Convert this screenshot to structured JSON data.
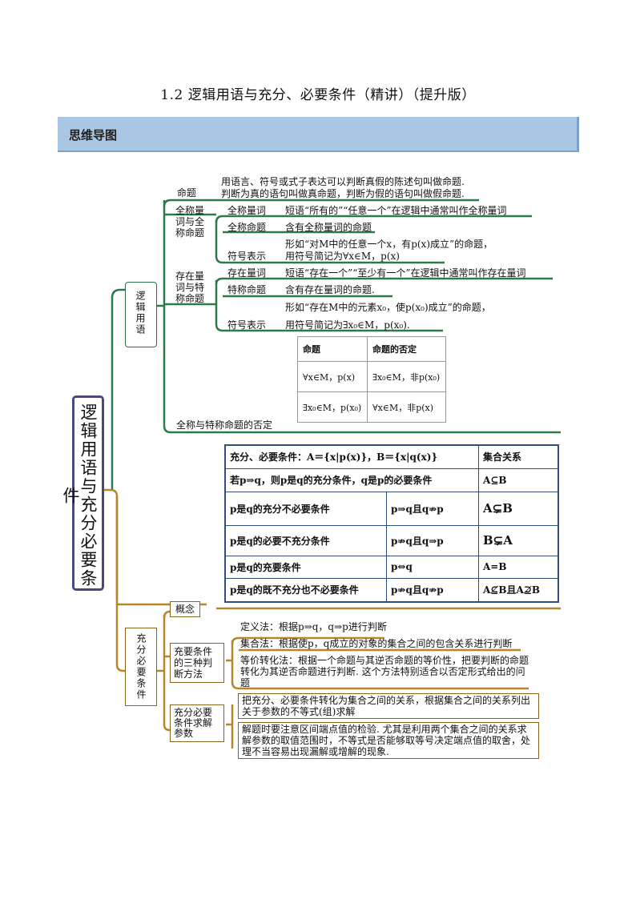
{
  "title": "1.2 逻辑用语与充分、必要条件（精讲）（提升版）",
  "banner": "思维导图",
  "colors": {
    "green_branch": "#2c7a4b",
    "gold_branch": "#b8862a",
    "banner_bg": "#a9c6e3",
    "table_border": "#2f4f7f",
    "root_border": "#4a4a7a"
  },
  "root": "逻辑用语与充分必要条件",
  "logic": {
    "label": "逻辑用语",
    "proposition": {
      "label": "命题",
      "lines": [
        "用语言、符号或式子表达可以判断真假的陈述句叫做命题.",
        "判断为真的语句叫做真命题，判断为假的语句叫做假命题."
      ]
    },
    "universal": {
      "label": "全称量词与全称命题",
      "items": [
        {
          "label": "全称量词",
          "text": "短语“所有的”“任意一个”在逻辑中通常叫作全称量词"
        },
        {
          "label": "全称命题",
          "text": "含有全称量词的命题"
        },
        {
          "label": "符号表示",
          "lines": [
            "形如“对M中的任意一个x，有p(x)成立”的命题，",
            "用符号简记为∀x∈M，p(x)"
          ]
        }
      ]
    },
    "existential": {
      "label": "存在量词与特称命题",
      "items": [
        {
          "label": "存在量词",
          "text": "短语“存在一个”“至少有一个”在逻辑中通常叫作存在量词"
        },
        {
          "label": "特称命题",
          "text": "含有存在量词的命题."
        },
        {
          "label": "符号表示",
          "lines": [
            "形如“存在M中的元素x₀，使p(x₀)成立”的命题，",
            "用符号简记为∃x₀∈M，p(x₀)."
          ]
        }
      ]
    },
    "negation": {
      "label": "全称与特称命题的否定",
      "table": {
        "headers": [
          "命题",
          "命题的否定"
        ],
        "rows": [
          [
            "∀x∈M，p(x)",
            "∃x₀∈M，非p(x₀)"
          ],
          [
            "∃x₀∈M，p(x₀)",
            "∀x∈M，非p(x)"
          ]
        ]
      }
    }
  },
  "conditions_table": {
    "header": [
      "充分、必要条件：A＝{x|p(x)}，B＝{x|q(x)}",
      "集合关系"
    ],
    "row_def": [
      "若p⇒q，则p是q的充分条件，q是p的必要条件",
      "A⊆B"
    ],
    "rows": [
      [
        "p是q的充分不必要条件",
        "p⇒q且q⇏p",
        "A⊊B"
      ],
      [
        "p是q的必要不充分条件",
        "p⇏q且q⇒p",
        "B⊊A"
      ],
      [
        "p是q的充要条件",
        "p⇔q",
        "A=B"
      ],
      [
        "p是q的既不充分也不必要条件",
        "p⇏q且q⇏p",
        "A⊈B且A⊉B"
      ]
    ]
  },
  "suff": {
    "label": "充分必要条件",
    "concept": "概念",
    "methods": {
      "label": "充要条件的三种判断方法",
      "items": [
        "定义法：根据p⇒q，q⇒p进行判断",
        "集合法：根据使p，q成立的对象的集合之间的包含关系进行判断",
        "等价转化法：根据一个命题与其逆否命题的等价性，把要判断的命题转化为其逆否命题进行判断. 这个方法特别适合以否定形式给出的问题"
      ]
    },
    "params": {
      "label": "充分必要条件求解参数",
      "items": [
        "把充分、必要条件转化为集合之间的关系，根据集合之间的关系列出关于参数的不等式(组)求解",
        "解题时要注意区间端点值的检验. 尤其是利用两个集合之间的关系求解参数的取值范围时，不等式是否能够取等号决定端点值的取舍，处理不当容易出现漏解或增解的现象."
      ]
    }
  }
}
